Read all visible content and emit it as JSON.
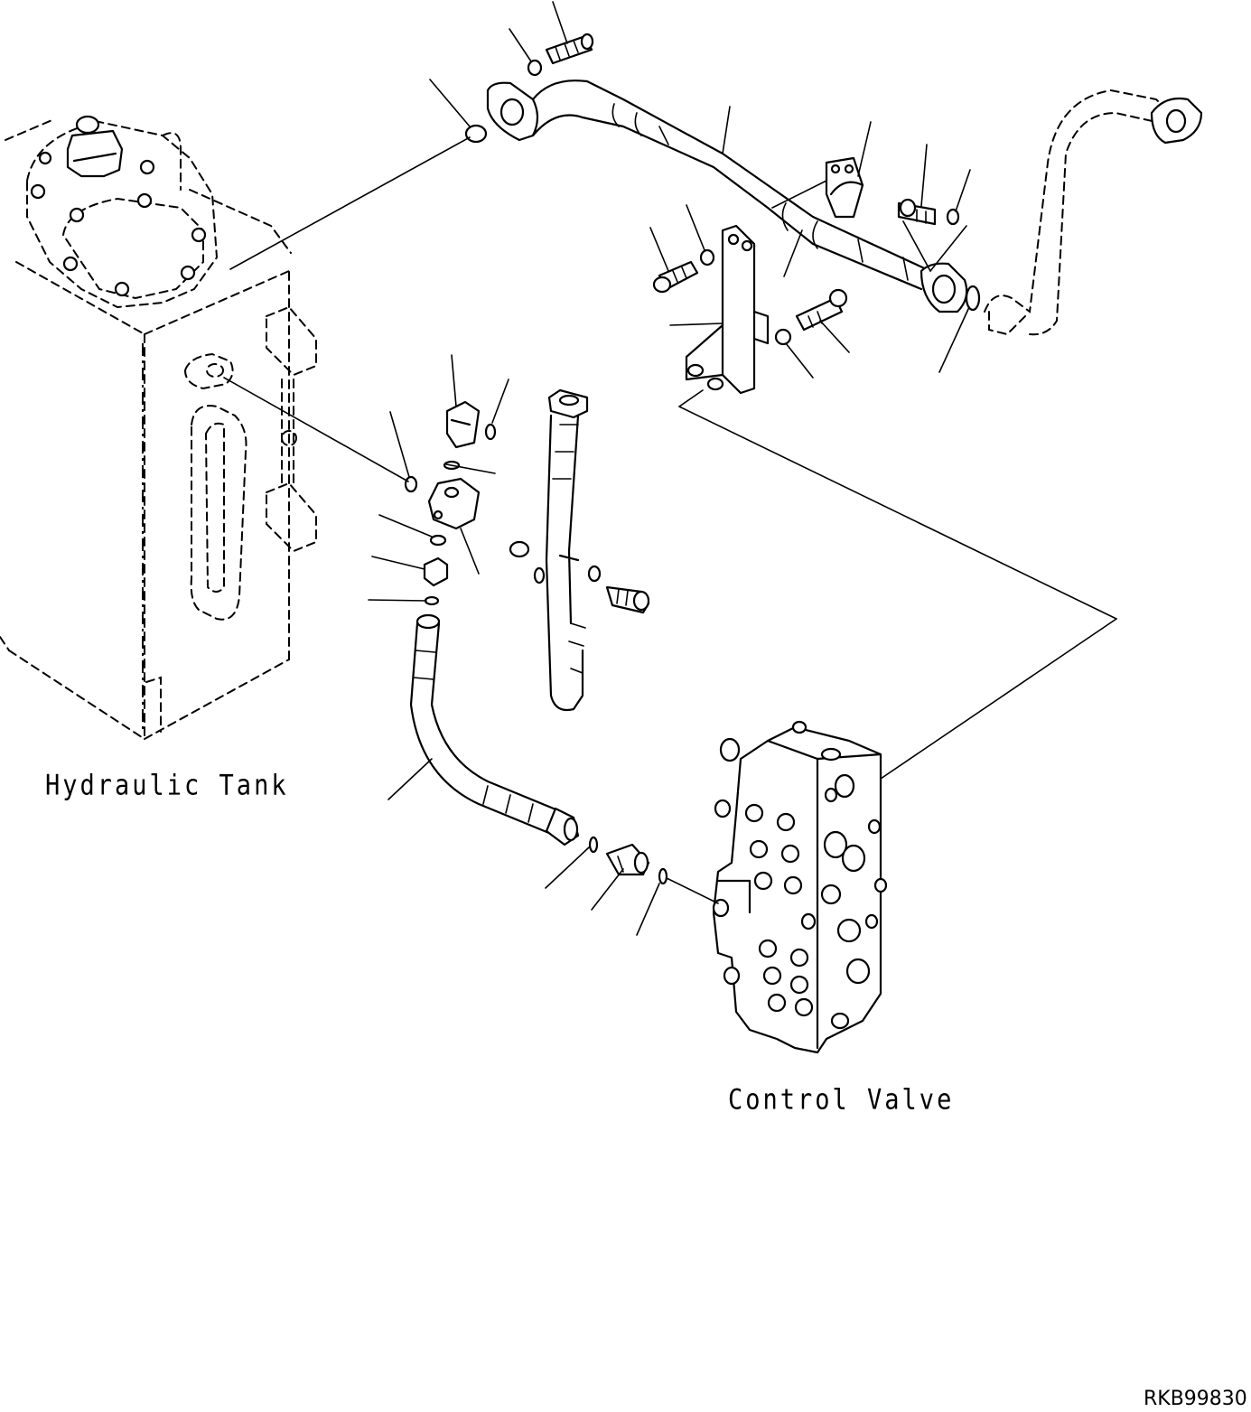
{
  "labels": {
    "hydraulic_tank": "Hydraulic Tank",
    "control_valve": "Control Valve",
    "drawing_code": "RKB99830"
  }
}
